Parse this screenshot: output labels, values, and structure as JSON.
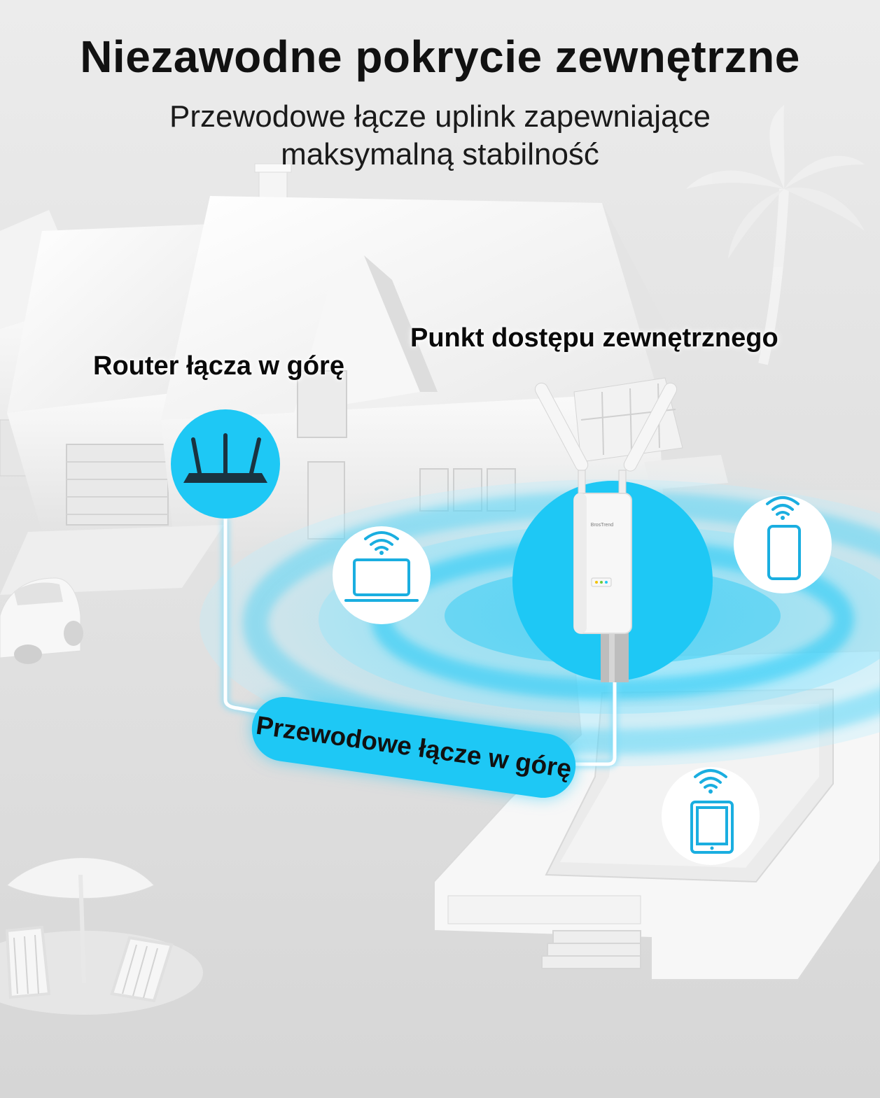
{
  "header": {
    "title": "Niezawodne pokrycie zewnętrzne",
    "subtitle_line1": "Przewodowe łącze uplink zapewniające",
    "subtitle_line2": "maksymalną stabilność"
  },
  "labels": {
    "router": "Router łącza w górę",
    "access_point": "Punkt dostępu zewnętrznego",
    "wired_uplink": "Przewodowe łącze w górę"
  },
  "device": {
    "brand": "BrosTrend"
  },
  "icons": {
    "router": "router-icon",
    "laptop": "laptop-wifi-icon",
    "phone": "phone-wifi-icon",
    "tablet": "tablet-wifi-icon"
  },
  "colors": {
    "accent": "#1ec8f5",
    "icon_dark": "#1a3340",
    "icon_line": "#1aaee0"
  }
}
